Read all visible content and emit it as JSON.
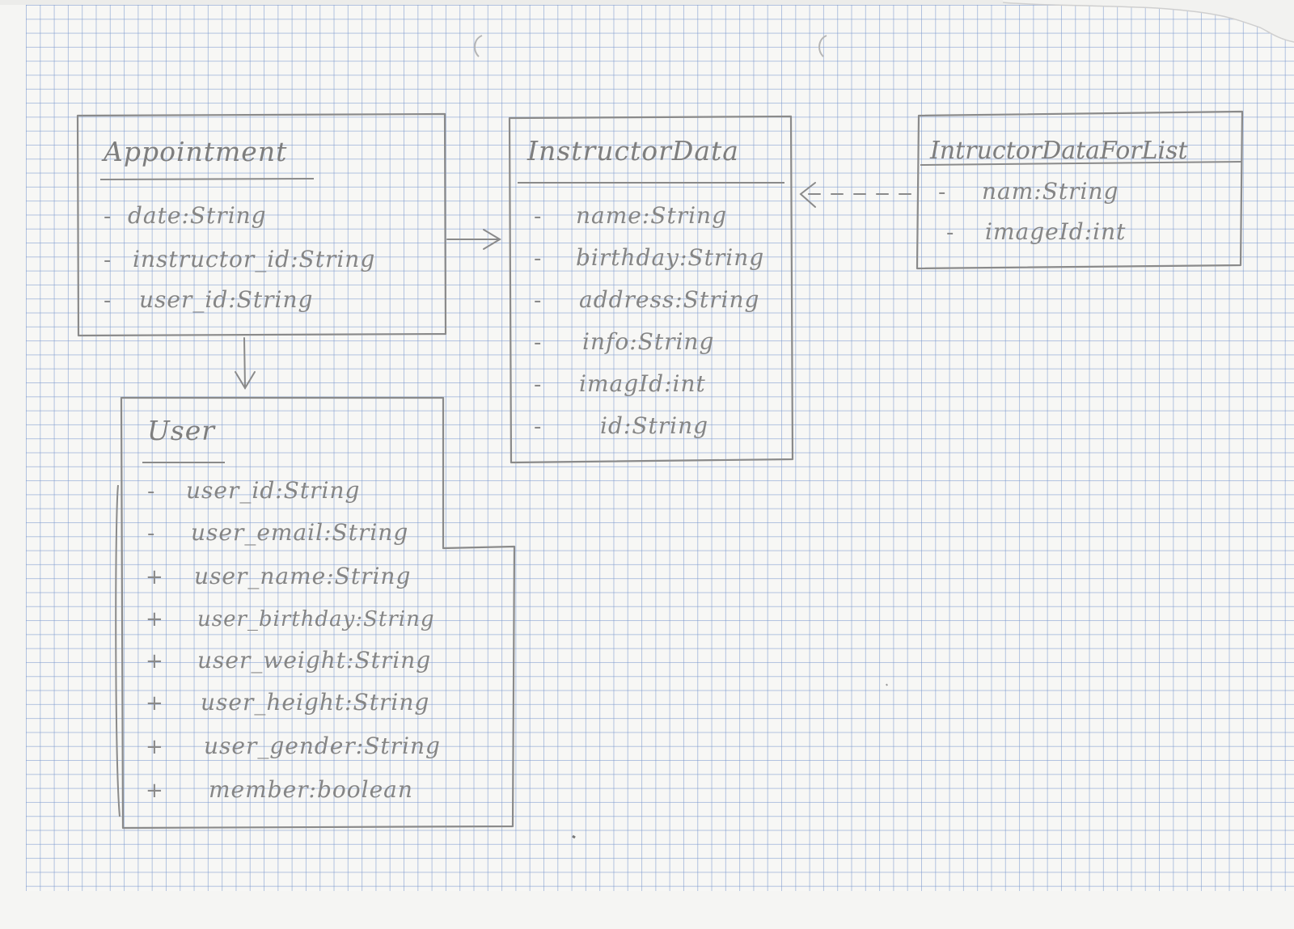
{
  "classes": {
    "appointment": {
      "name": "Appointment",
      "attributes": [
        {
          "visibility": "-",
          "text": "date:String"
        },
        {
          "visibility": "-",
          "text": "instructor_id:String"
        },
        {
          "visibility": "-",
          "text": "user_id:String"
        }
      ]
    },
    "instructor_data": {
      "name": "InstructorData",
      "attributes": [
        {
          "visibility": "-",
          "text": "name:String"
        },
        {
          "visibility": "-",
          "text": "birthday:String"
        },
        {
          "visibility": "-",
          "text": "address:String"
        },
        {
          "visibility": "-",
          "text": "info:String"
        },
        {
          "visibility": "-",
          "text": "imagId:int"
        },
        {
          "visibility": "-",
          "text": "id:String"
        }
      ]
    },
    "instructor_data_for_list": {
      "name": "IntructorDataForList",
      "attributes": [
        {
          "visibility": "-",
          "text": "nam:String"
        },
        {
          "visibility": "-",
          "text": "imageId:int"
        }
      ]
    },
    "user": {
      "name": "User",
      "attributes": [
        {
          "visibility": "-",
          "text": "user_id:String"
        },
        {
          "visibility": "-",
          "text": "user_email:String"
        },
        {
          "visibility": "+",
          "text": "user_name:String"
        },
        {
          "visibility": "+",
          "text": "user_birthday:String"
        },
        {
          "visibility": "+",
          "text": "user_weight:String"
        },
        {
          "visibility": "+",
          "text": "user_height:String"
        },
        {
          "visibility": "+",
          "text": "user_gender:String"
        },
        {
          "visibility": "+",
          "text": "member:boolean"
        }
      ]
    }
  },
  "colors": {
    "grid": "#7896cd",
    "pencil": "#8a8a8a",
    "paper": "#f7f7f5"
  }
}
